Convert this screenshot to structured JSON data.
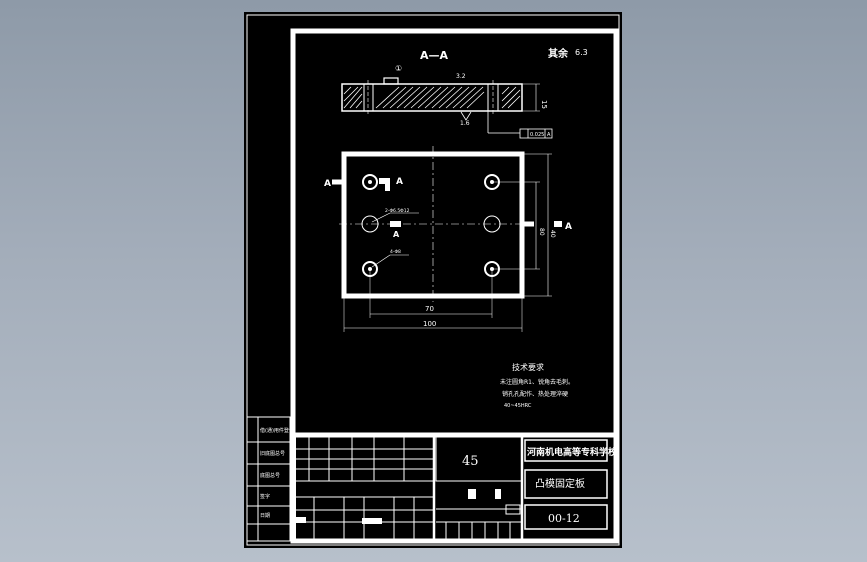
{
  "drawing": {
    "section_label": "A—A",
    "balloon_number": "①",
    "surface_note": "其余",
    "roughness_main": "6.3",
    "roughness_small": "3.2",
    "roughness_bottom": "1.6",
    "dim_thickness": "15",
    "tolerance_frame": "0.025",
    "tolerance_datum": "A",
    "section_mark_left": "A",
    "section_mark_right": "A",
    "section_mark_top": "A",
    "section_mark_mid": "A",
    "hole_note_1": "2-Φ6.5Φ12",
    "hole_note_2": "4-Φ8",
    "dim_70": "70",
    "dim_100": "100",
    "dim_40": "40",
    "dim_80": "80"
  },
  "notes": {
    "title": "技术要求",
    "line1": "未注圆角R1、锐角去毛刺。",
    "line2": "销孔孔配作、热处理淬硬",
    "line3": "40~45HRC"
  },
  "title_block": {
    "material": "45",
    "school": "河南机电高等专科学校",
    "part_name": "凸模固定板",
    "drawing_number": "00-12"
  },
  "side_table": {
    "rows": [
      "借(通)用件登记",
      "旧底图总号",
      "底图总号",
      "签字",
      "日期"
    ]
  }
}
